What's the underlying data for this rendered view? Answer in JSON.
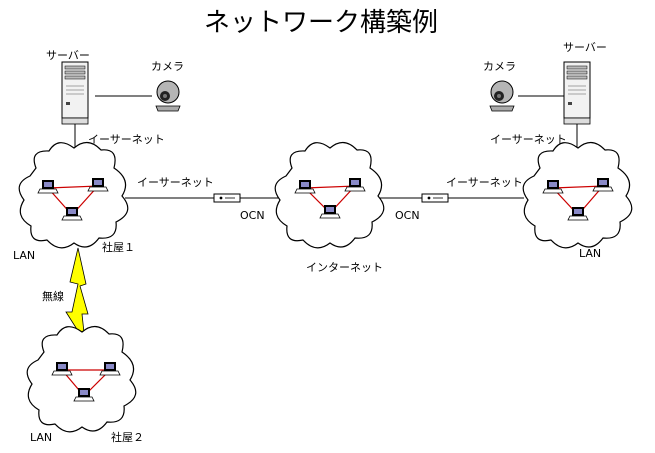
{
  "title": "ネットワーク構築例",
  "labels": {
    "server_left": "サーバー",
    "server_right": "サーバー",
    "camera_left": "カメラ",
    "camera_right": "カメラ",
    "ethernet_left_server": "イーサーネット",
    "ethernet_left_link": "イーサーネット",
    "ethernet_right_server": "イーサーネット",
    "ethernet_right_link": "イーサーネット",
    "ocn_left": "OCN",
    "ocn_right": "OCN",
    "internet": "インターネット",
    "lan_building1": "LAN",
    "building1": "社屋１",
    "lan_right": "LAN",
    "wireless": "無線",
    "lan_building2": "LAN",
    "building2": "社屋２"
  },
  "colors": {
    "line": "#000000",
    "lan_triangle": "#cc0000",
    "wireless_bolt": "#ffff00"
  },
  "icons": [
    "server-icon",
    "camera-icon",
    "cloud-icon",
    "laptop-icon",
    "router-icon",
    "lightning-bolt-icon"
  ]
}
